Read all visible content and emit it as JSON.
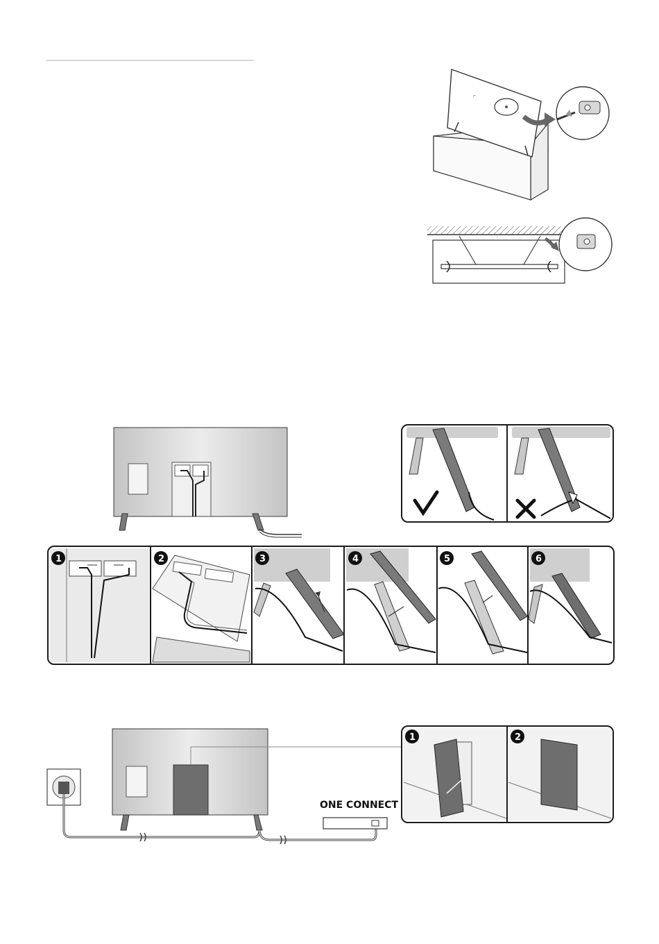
{
  "page": {
    "section_rule": "header-rule"
  },
  "figures": {
    "wall_bracket_top": {
      "subject": "tv-on-stand-screw-removal"
    },
    "wall_bracket_side": {
      "subject": "tv-side-view-bracket-detail"
    },
    "tv_back_overview": {
      "subject": "tv-rear-with-cable-through-stand"
    },
    "stand_ok_ng": {
      "ok_symbol": "✓",
      "ng_symbol": "✕"
    },
    "cable_steps": {
      "steps": [
        {
          "number": "1"
        },
        {
          "number": "2"
        },
        {
          "number": "3"
        },
        {
          "number": "4"
        },
        {
          "number": "5"
        },
        {
          "number": "6"
        }
      ]
    },
    "one_connect": {
      "label": "ONE CONNECT",
      "cover_steps": [
        {
          "number": "1"
        },
        {
          "number": "2"
        }
      ]
    }
  },
  "colors": {
    "tv_panel": "#cfcfcf",
    "stand_dark": "#6e6e6e",
    "cover_dark": "#707070",
    "outline": "#1a1a1a"
  }
}
